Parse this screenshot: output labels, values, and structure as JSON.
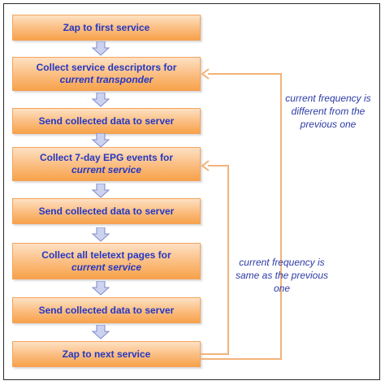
{
  "steps": [
    {
      "line1": "Zap to first service",
      "line2": ""
    },
    {
      "line1": "Collect service descriptors for",
      "line2": "current transponder"
    },
    {
      "line1": "Send collected data to server",
      "line2": ""
    },
    {
      "line1": "Collect 7-day EPG events for",
      "line2": "current service"
    },
    {
      "line1": "Send collected data to server",
      "line2": ""
    },
    {
      "line1": "Collect all teletext pages for",
      "line2": "current service"
    },
    {
      "line1": "Send collected data to server",
      "line2": ""
    },
    {
      "line1": "Zap to next service",
      "line2": ""
    }
  ],
  "loops": {
    "outer": "current frequency is different from the previous one",
    "inner": "current frequency is same as the previous one"
  },
  "colors": {
    "box_top": "#fde1c4",
    "box_bottom": "#f7a24a",
    "box_border": "#f4a35c",
    "box_text": "#2438c4",
    "loop_line": "#f3b27a",
    "note_text": "#2d3aa4",
    "down_arrow_fill": "#cdd3ef",
    "down_arrow_stroke": "#7d89c8"
  }
}
